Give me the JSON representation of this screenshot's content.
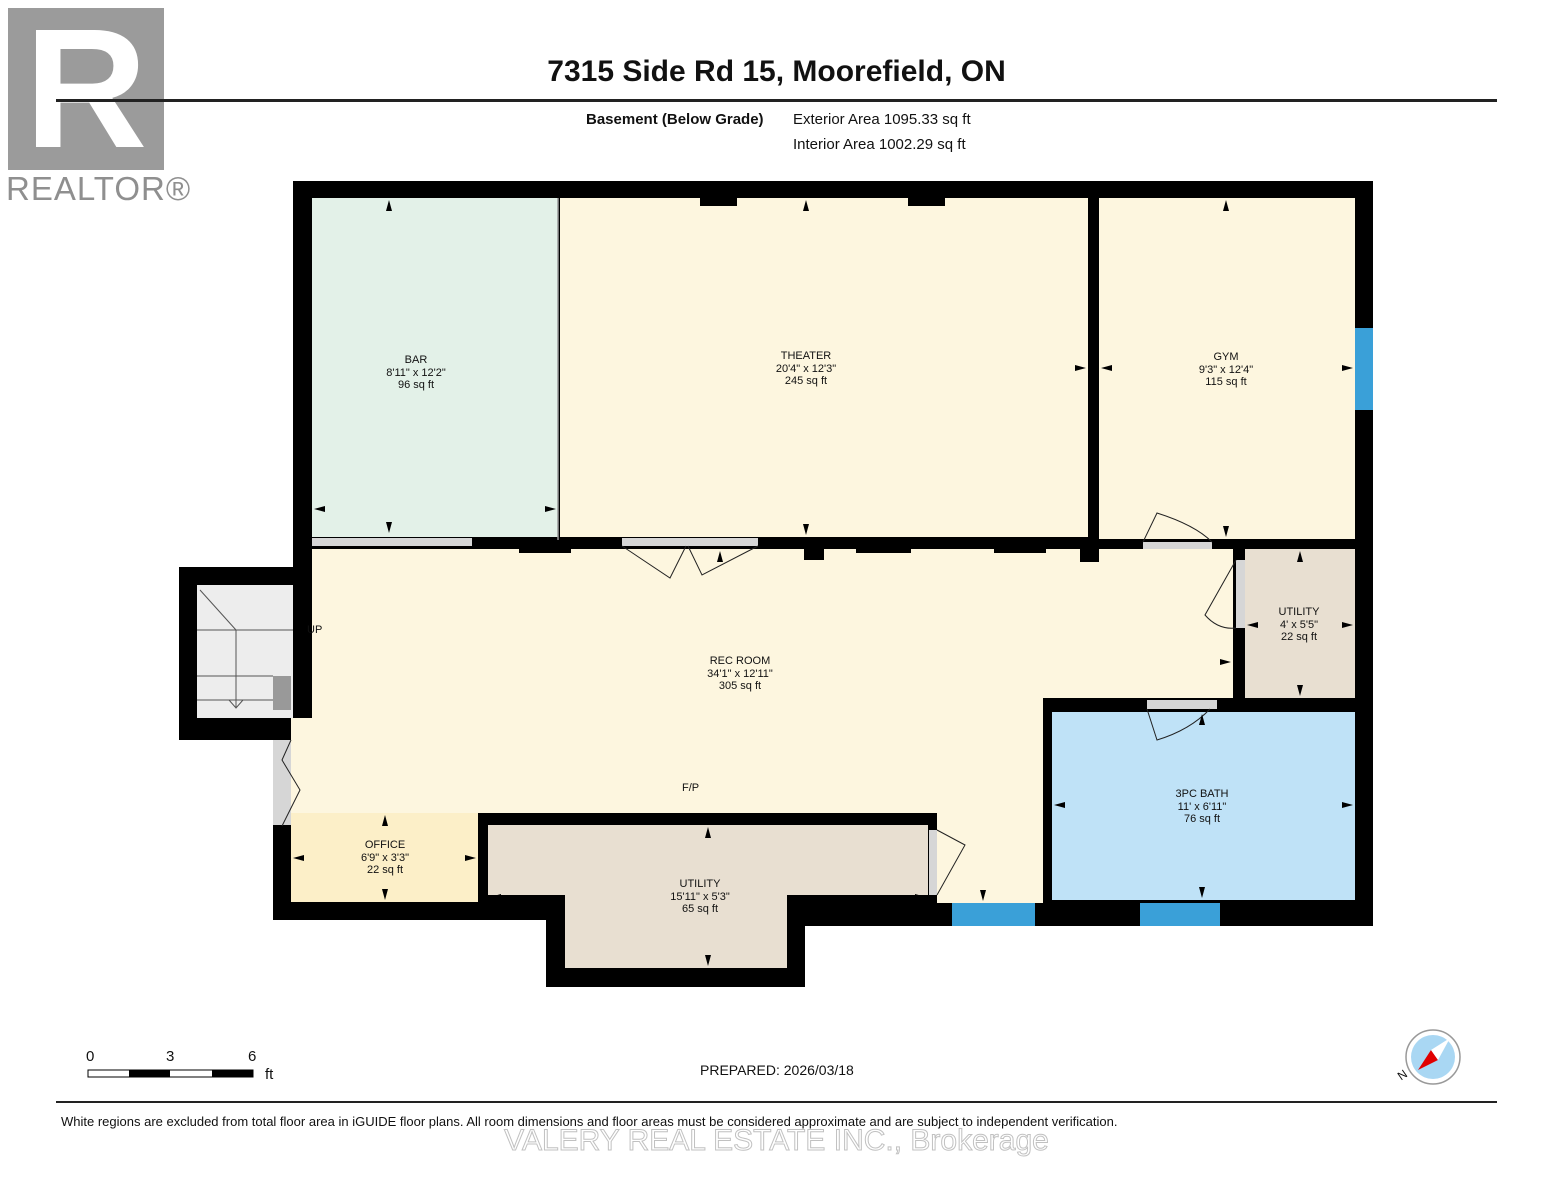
{
  "logo": {
    "text": "REALTOR®",
    "mark": "R"
  },
  "header": {
    "title": "7315 Side Rd 15, Moorefield, ON",
    "level": "Basement (Below Grade)",
    "exterior_area": "Exterior Area 1095.33 sq ft",
    "interior_area": "Interior Area 1002.29 sq ft"
  },
  "rooms": [
    {
      "name": "BAR",
      "dims": "8'11\" x 12'2\"",
      "area": "96 sq ft",
      "color": "#e3f1e8"
    },
    {
      "name": "THEATER",
      "dims": "20'4\" x 12'3\"",
      "area": "245 sq ft",
      "color": "#fdf6df"
    },
    {
      "name": "GYM",
      "dims": "9'3\" x 12'4\"",
      "area": "115 sq ft",
      "color": "#fdf6df"
    },
    {
      "name": "UTILITY",
      "dims": "4' x 5'5\"",
      "area": "22 sq ft",
      "color": "#e8dfd1"
    },
    {
      "name": "REC ROOM",
      "dims": "34'1\" x 12'11\"",
      "area": "305 sq ft",
      "color": "#fdf6df"
    },
    {
      "name": "3PC BATH",
      "dims": "11' x 6'11\"",
      "area": "76 sq ft",
      "color": "#bfe2f7"
    },
    {
      "name": "OFFICE",
      "dims": "6'9\" x 3'3\"",
      "area": "22 sq ft",
      "color": "#fcefc8"
    },
    {
      "name": "UTILITY",
      "dims": "15'11\" x 5'3\"",
      "area": "65 sq ft",
      "color": "#e8dfd1"
    }
  ],
  "annotations": {
    "stairs": "UP",
    "fireplace": "F/P"
  },
  "colors": {
    "wall": "#000000",
    "window": "#3aa0d8",
    "door_opening": "#d6d6d6"
  },
  "scale": {
    "ticks": [
      "0",
      "3",
      "6"
    ],
    "unit": "ft"
  },
  "compass": {
    "label": "N",
    "icon": "compass-icon"
  },
  "prepared": "PREPARED: 2026/03/18",
  "disclaimer": "White regions are excluded from total floor area in iGUIDE floor plans. All room dimensions and floor areas must be considered approximate and are subject to independent verification.",
  "watermark": "VALERY REAL ESTATE INC., Brokerage"
}
